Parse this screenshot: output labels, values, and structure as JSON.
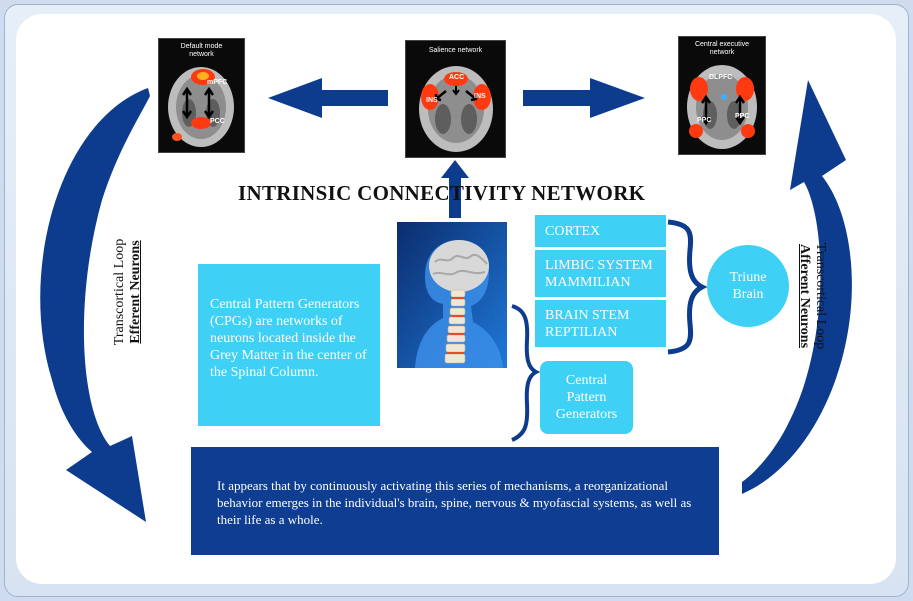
{
  "networks": {
    "default_mode": {
      "title_line1": "Default mode",
      "title_line2": "network",
      "label_a": "mPFC",
      "label_b": "PCC"
    },
    "salience": {
      "title": "Salience network",
      "label_acc": "ACC",
      "label_ins_left": "INS",
      "label_ins_right": "INS"
    },
    "central_executive": {
      "title_line1": "Central executive",
      "title_line2": "network",
      "label_dlpfc": "DLPFC",
      "label_ppc_left": "PPC",
      "label_ppc_right": "PPC"
    }
  },
  "title": "INTRINSIC CONNECTIVITY NETWORK",
  "cpg_description": "Central Pattern Generators (CPGs) are networks of neurons located inside the Grey Matter in the center of the Spinal Column.",
  "brain_layers": [
    {
      "line1": "CORTEX",
      "line2": ""
    },
    {
      "line1": "LIMBIC SYSTEM",
      "line2": "MAMMILIAN"
    },
    {
      "line1": "BRAIN STEM",
      "line2": "REPTILIAN"
    }
  ],
  "triune": {
    "line1": "Triune",
    "line2": "Brain"
  },
  "cpg_box": {
    "line1": "Central",
    "line2": "Pattern",
    "line3": "Generators"
  },
  "bottom_text": "It appears that by continuously activating this series of mechanisms, a reorganizational behavior emerges in the individual's brain, spine, nervous & myofascial systems, as well as their life as a whole.",
  "left_loop": {
    "line1": "Transcortical Loop",
    "line2": "Efferent Neurons"
  },
  "right_loop": {
    "line1": "Transcortical Loop",
    "line2": "Afferent Neurons"
  },
  "colors": {
    "navy": "#0e3d91",
    "cyan": "#3fd0f5",
    "arrow": "#0d3c8e"
  }
}
